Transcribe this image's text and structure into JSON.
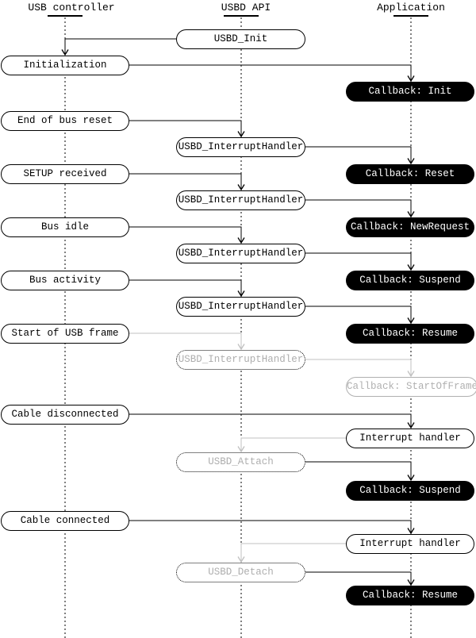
{
  "diagram": {
    "type": "sequence-flow",
    "columns": [
      {
        "label": "USB controller"
      },
      {
        "label": "USBD API"
      },
      {
        "label": "Application"
      }
    ],
    "nodes": [
      {
        "label": "USBD_Init",
        "column": "USBD API",
        "style": "plain"
      },
      {
        "label": "Initialization",
        "column": "USB controller",
        "style": "plain"
      },
      {
        "label": "Callback: Init",
        "column": "Application",
        "style": "filled"
      },
      {
        "label": "End of bus reset",
        "column": "USB controller",
        "style": "plain"
      },
      {
        "label": "USBD_InterruptHandler",
        "column": "USBD API",
        "style": "plain"
      },
      {
        "label": "SETUP received",
        "column": "USB controller",
        "style": "plain"
      },
      {
        "label": "Callback: Reset",
        "column": "Application",
        "style": "filled"
      },
      {
        "label": "USBD_InterruptHandler",
        "column": "USBD API",
        "style": "plain"
      },
      {
        "label": "Bus idle",
        "column": "USB controller",
        "style": "plain"
      },
      {
        "label": "Callback: NewRequest",
        "column": "Application",
        "style": "filled"
      },
      {
        "label": "USBD_InterruptHandler",
        "column": "USBD API",
        "style": "plain"
      },
      {
        "label": "Bus activity",
        "column": "USB controller",
        "style": "plain"
      },
      {
        "label": "Callback: Suspend",
        "column": "Application",
        "style": "filled"
      },
      {
        "label": "USBD_InterruptHandler",
        "column": "USBD API",
        "style": "plain"
      },
      {
        "label": "Start of USB frame",
        "column": "USB controller",
        "style": "plain"
      },
      {
        "label": "Callback: Resume",
        "column": "Application",
        "style": "filled"
      },
      {
        "label": "USBD_InterruptHandler",
        "column": "USBD API",
        "style": "ghost-dotted"
      },
      {
        "label": "Callback: StartOfFrame",
        "column": "Application",
        "style": "ghost-outline"
      },
      {
        "label": "Cable disconnected",
        "column": "USB controller",
        "style": "plain"
      },
      {
        "label": "Interrupt handler",
        "column": "Application",
        "style": "plain"
      },
      {
        "label": "USBD_Attach",
        "column": "USBD API",
        "style": "ghost-dotted"
      },
      {
        "label": "Callback: Suspend",
        "column": "Application",
        "style": "filled"
      },
      {
        "label": "Cable connected",
        "column": "USB controller",
        "style": "plain"
      },
      {
        "label": "Interrupt handler",
        "column": "Application",
        "style": "plain"
      },
      {
        "label": "USBD_Detach",
        "column": "USBD API",
        "style": "ghost-dotted"
      },
      {
        "label": "Callback: Resume",
        "column": "Application",
        "style": "filled"
      }
    ],
    "colors": {
      "ink": "#000000",
      "muted_line": "#c0c0c0",
      "muted_text": "#aeaeae",
      "filled_bg": "#000000",
      "filled_text": "#ffffff",
      "background": "#ffffff"
    }
  }
}
